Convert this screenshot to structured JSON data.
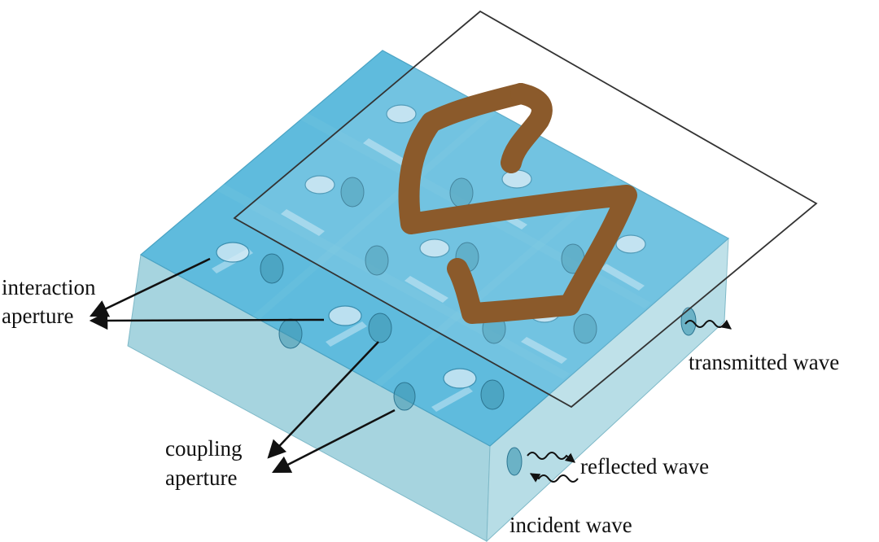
{
  "labels": {
    "interaction": "interaction",
    "aperture_1": "aperture",
    "coupling": "coupling",
    "aperture_2": "aperture",
    "transmitted": "transmitted wave",
    "reflected": "reflected wave",
    "incident": "incident wave"
  },
  "colors": {
    "top_face": "#5fbbdd",
    "front_face": "#a6d4df",
    "right_face": "#b7dde6",
    "resonator_pattern": "#8b5a2b",
    "arrow": "#111111"
  }
}
